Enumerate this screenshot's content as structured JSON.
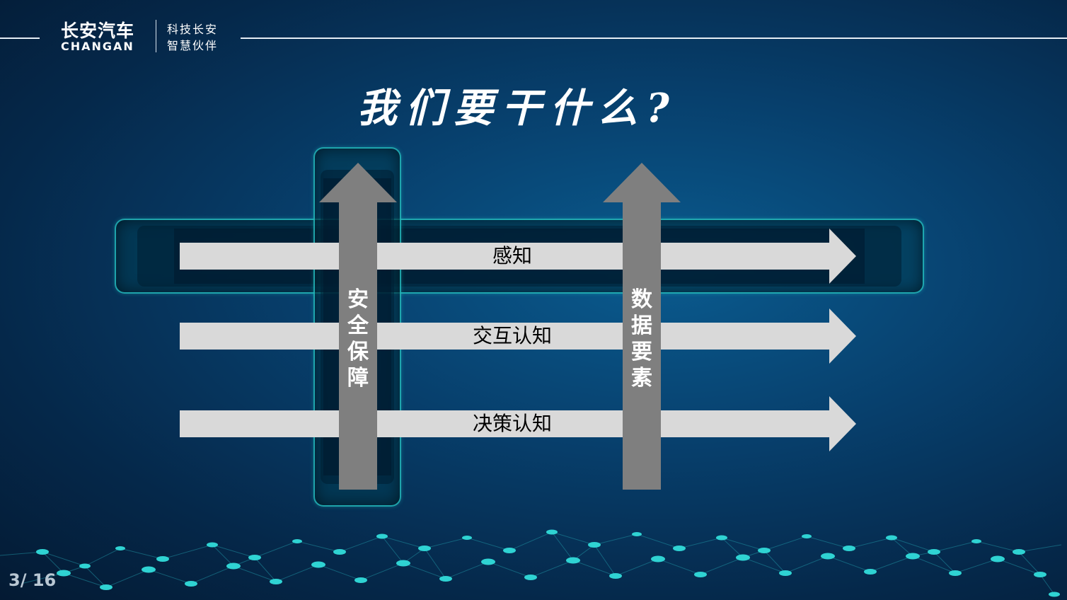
{
  "header": {
    "brand_cn": "长安汽车",
    "brand_en": "CHANGAN",
    "slogan_line1": "科技长安",
    "slogan_line2": "智慧伙伴"
  },
  "title": "我们要干什么?",
  "horizontal_arrows": [
    {
      "label": "感知"
    },
    {
      "label": "交互认知"
    },
    {
      "label": "决策认知"
    }
  ],
  "vertical_arrows": [
    {
      "chars": [
        "安",
        "全",
        "保",
        "障"
      ]
    },
    {
      "chars": [
        "数",
        "据",
        "要",
        "素"
      ]
    }
  ],
  "page_indicator": "3/ 16",
  "colors": {
    "arrow_light": "#d9d9d9",
    "arrow_dark": "#7f7f7f",
    "frame_border": "#28c8c8",
    "network_node": "#2fd3d3"
  }
}
